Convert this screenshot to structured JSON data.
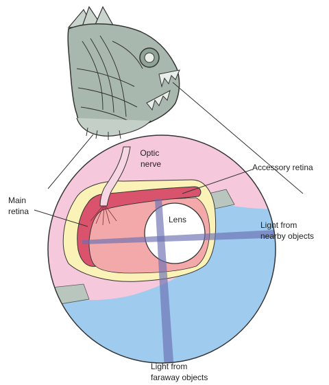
{
  "labels": {
    "optic_nerve": [
      "Optic",
      "nerve"
    ],
    "accessory_retina": "Accessory retina",
    "main_retina": [
      "Main",
      "retina"
    ],
    "lens": "Lens",
    "light_nearby": [
      "Light from",
      "nearby objects"
    ],
    "light_faraway": [
      "Light from",
      "faraway objects"
    ]
  },
  "colors": {
    "outer_tissue": "#f6c8dc",
    "water_region": "#9fcbef",
    "yellow_layer": "#fbf2b8",
    "retina_red": "#d9536d",
    "retina_pink": "#f3a9a9",
    "gray_band": "#b9c6be",
    "fish_body": "#a9b8ae",
    "beam": "#6a6fb0"
  }
}
